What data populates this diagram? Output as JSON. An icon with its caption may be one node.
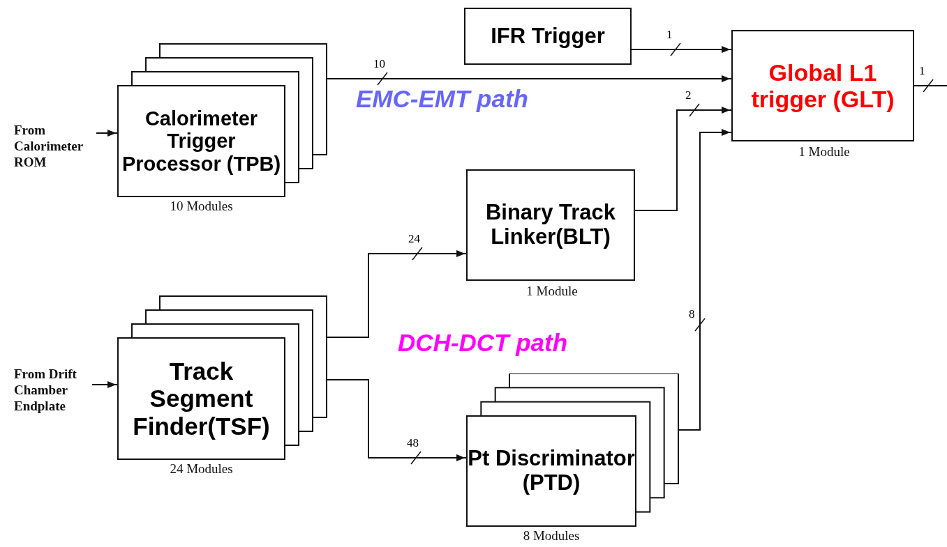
{
  "diagram": {
    "nodes": [
      {
        "text": [
          "From Calorimeter ROM"
        ]
      },
      {
        "text": [
          "Calorimeter Trigger Processor (TPB)"
        ],
        "beside": [
          "10 Modules"
        ]
      },
      {
        "text": [
          "IFR  Trigger"
        ]
      },
      {
        "text": [
          "Global L1 trigger (GLT)"
        ],
        "beside": [
          "1 Module"
        ]
      },
      {
        "text": [
          "Binary Track Linker(BLT)"
        ],
        "beside": [
          "1 Module"
        ]
      },
      {
        "text": [
          "From Drift Chamber Endplate"
        ]
      },
      {
        "text": [
          "Track Segment Finder(TSF)"
        ],
        "beside": [
          "24 Modules"
        ]
      },
      {
        "text": [
          "Pt Discriminator (PTD)"
        ],
        "beside": [
          "8 Modules"
        ]
      }
    ],
    "edges": [
      {
        "from": 0,
        "to": 1,
        "arrow": "to"
      },
      {
        "from": 2,
        "to": 3,
        "arrow": "to",
        "label": "1"
      },
      {
        "from": 1,
        "to": 3,
        "arrow": "to",
        "label": "10"
      },
      {
        "from": 4,
        "to": 3,
        "arrow": "to",
        "label": "2"
      },
      {
        "from": 7,
        "to": 3,
        "arrow": "to",
        "label": "8"
      },
      {
        "from": 5,
        "to": 6,
        "arrow": "to"
      },
      {
        "from": 6,
        "to": 4,
        "arrow": "to",
        "label": "24"
      },
      {
        "from": 6,
        "to": 7,
        "arrow": "to",
        "label": "48"
      },
      {
        "from": 3,
        "to": null,
        "arrow": "none",
        "label": "1"
      }
    ],
    "labels": [
      "EMC-EMT path",
      "DCH-DCT path"
    ]
  }
}
